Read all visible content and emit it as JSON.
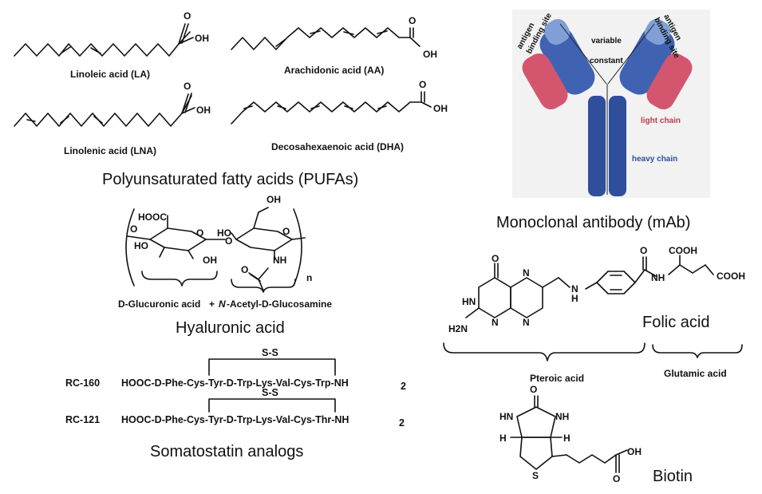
{
  "pufa": {
    "la": "Linoleic acid (LA)",
    "aa": "Arachidonic acid (AA)",
    "lna": "Linolenic acid (LNA)",
    "dha": "Decosahexaenoic acid (DHA)",
    "title": "Polyunsaturated fatty acids (PUFAs)",
    "oh": "OH",
    "o": "O"
  },
  "antibody": {
    "variable": "variable",
    "constant": "constant",
    "antigen_binding_site": [
      "antigen",
      "binding site"
    ],
    "light_chain": "light chain",
    "heavy_chain": "heavy chain",
    "title": "Monoclonal antibody (mAb)",
    "colors": {
      "heavy": "#2b4f9e",
      "light": "#d4566e"
    }
  },
  "hyaluronic": {
    "hooc": "HOOC",
    "ho": "HO",
    "oh": "OH",
    "nh": "NH",
    "o": "O",
    "n": "n",
    "part1": "D-Glucuronic acid",
    "plus": "+",
    "part2_prefix": "N",
    "part2_rest": "-Acetyl-D-Glucosamine",
    "title": "Hyaluronic acid"
  },
  "folic": {
    "title": "Folic acid",
    "cooh1": "COOH",
    "cooh2": "COOH",
    "o": "O",
    "hn": "HN",
    "h2n": "H2N",
    "n": "N",
    "nh": "NH",
    "h": "H",
    "pteroic": "Pteroic acid",
    "glutamic": "Glutamic acid"
  },
  "somatostatin": {
    "ss": "S-S",
    "rc160_label": "RC-160",
    "rc160_seq": "HOOC-D-Phe-Cys-Tyr-D-Trp-Lys-Val-Cys-Trp-NH",
    "rc121_label": "RC-121",
    "rc121_seq": "HOOC-D-Phe-Cys-Tyr-D-Trp-Lys-Val-Cys-Thr-NH",
    "sub2": "2",
    "title": "Somatostatin analogs"
  },
  "biotin": {
    "title": "Biotin",
    "hn": "HN",
    "nh": "NH",
    "o": "O",
    "h": "H",
    "s": "S",
    "oh": "OH"
  }
}
